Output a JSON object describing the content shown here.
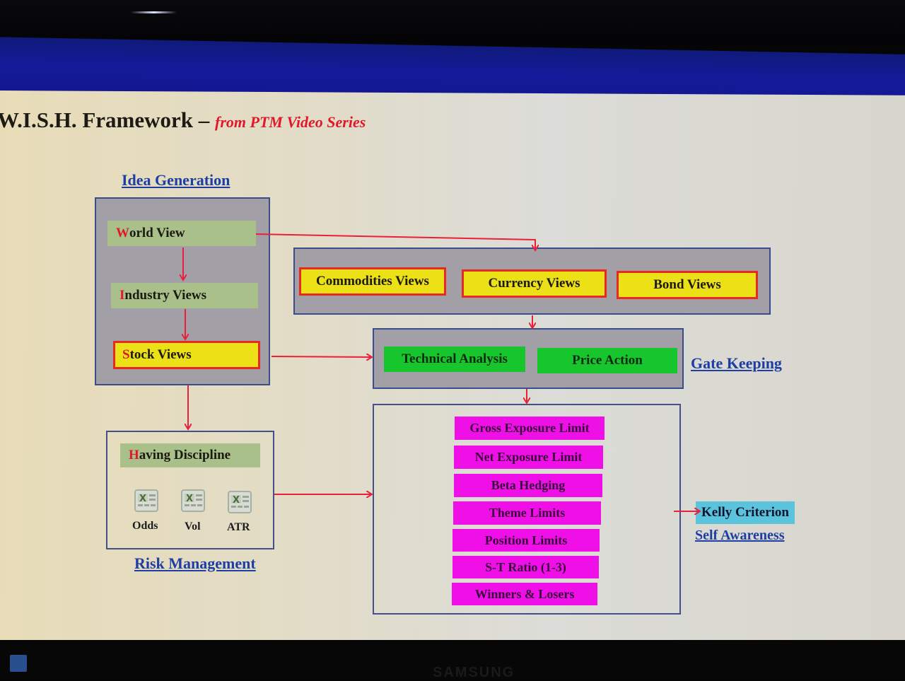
{
  "slide": {
    "title": "W.I.S.H. Framework –",
    "subtitle": "from PTM Video Series"
  },
  "sections": {
    "idea_generation": "Idea Generation",
    "gate_keeping": "Gate Keeping",
    "risk_management": "Risk Management",
    "self_awareness": "Self Awareness"
  },
  "idea_generation": {
    "world_view": {
      "first": "W",
      "rest": "orld View"
    },
    "industry_views": {
      "first": "I",
      "rest": "ndustry Views"
    },
    "stock_views": {
      "first": "S",
      "rest": "tock Views"
    }
  },
  "macro_views": [
    "Commodities Views",
    "Currency Views",
    "Bond Views"
  ],
  "gate_keeping": [
    "Technical Analysis",
    "Price Action"
  ],
  "risk_management": {
    "having_discipline": {
      "first": "H",
      "rest": "aving Discipline"
    },
    "tools": [
      {
        "icon": "excel-icon",
        "label": "Odds"
      },
      {
        "icon": "excel-icon",
        "label": "Vol"
      },
      {
        "icon": "excel-icon",
        "label": "ATR"
      }
    ]
  },
  "limits": [
    "Gross Exposure Limit",
    "Net Exposure Limit",
    "Beta Hedging",
    "Theme Limits",
    "Position Limits",
    "S-T Ratio (1-3)",
    "Winners & Losers"
  ],
  "self_awareness": {
    "kelly": "Kelly Criterion"
  },
  "monitor": {
    "brand": "SAMSUNG"
  },
  "colors": {
    "arrow": "#e8203a",
    "group_border": "#3a4c8c",
    "yellow": "#ece017",
    "green": "#17c62c",
    "magenta": "#ef10e8",
    "cyan": "#5bc3dc",
    "link": "#1d3ea3"
  }
}
